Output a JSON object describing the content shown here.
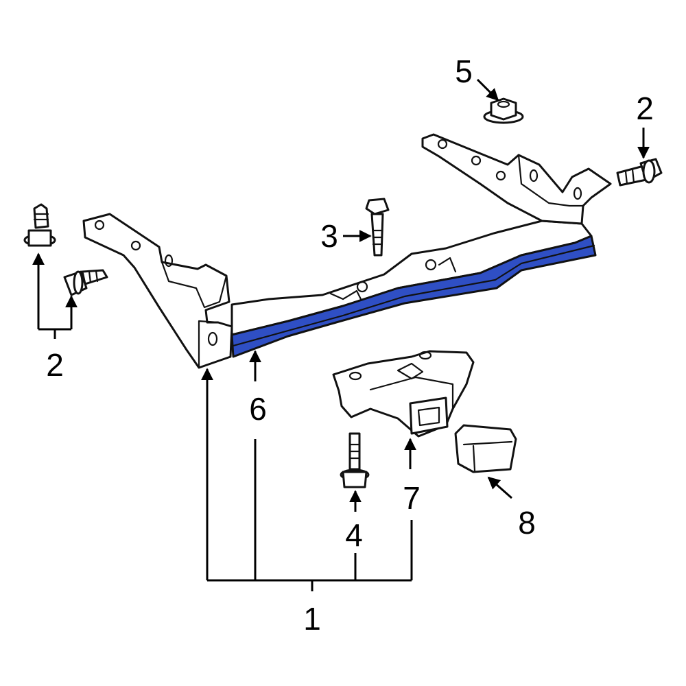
{
  "diagram": {
    "highlight_color": "#2f4fc4",
    "outline_color": "#111111",
    "callouts": {
      "c1": "1",
      "c2_left": "2",
      "c2_right": "2",
      "c3": "3",
      "c4": "4",
      "c5": "5",
      "c6": "6",
      "c7": "7",
      "c8": "8"
    }
  }
}
